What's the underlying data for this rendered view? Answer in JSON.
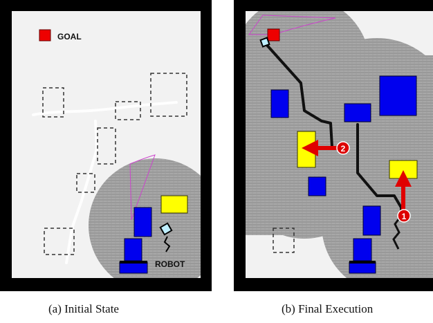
{
  "panels": [
    {
      "id": "a",
      "caption": "(a)  Initial State",
      "goal_label": "GOAL",
      "robot_label": "ROBOT"
    },
    {
      "id": "b",
      "caption": "(b)  Final Execution",
      "steps": [
        "1",
        "2"
      ]
    }
  ],
  "colors": {
    "frame": "#000000",
    "floor": "#f2f2f2",
    "scanned": "#9e9e9e",
    "obstacle": "#0000ee",
    "target": "#ffff00",
    "goal": "#ee0000",
    "arrow": "#e00000",
    "sensor_fov": "#cc44cc",
    "path": "#111111",
    "unknown_outline": "#333333"
  },
  "icons": [
    "goal-marker-icon",
    "robot-icon",
    "step-badge-icon"
  ]
}
